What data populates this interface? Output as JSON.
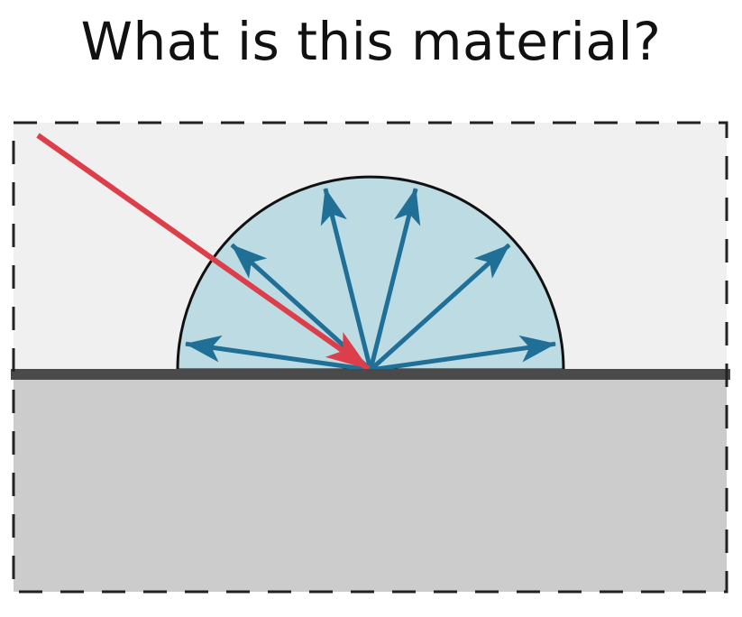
{
  "title": "What is this material?",
  "colors": {
    "upper_region": "#f0f0f0",
    "lower_region": "#cccccc",
    "surface_line": "#4a4a4a",
    "frame_dash": "#222222",
    "lobe_fill": "#bcdbe3",
    "lobe_stroke": "#111111",
    "incident_ray": "#dd3f4a",
    "scattered_rays": "#1f6f96"
  },
  "icons": {
    "incident_ray": "red-arrow-icon",
    "scattered_rays": "blue-arrow-icon"
  },
  "scattered_ray_angles_deg": [
    8,
    42,
    76,
    104,
    138,
    172
  ]
}
